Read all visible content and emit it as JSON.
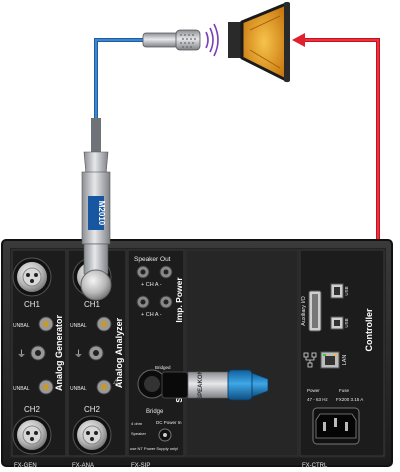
{
  "cable_label": "M2010",
  "modules": {
    "gen": {
      "title": "Analog Generator",
      "slot_label": "FX-GEN",
      "ch1": "CH1",
      "ch2": "CH2",
      "unbal_top": "UNBAL",
      "unbal_bottom": "UNBAL"
    },
    "ana": {
      "title": "Analog Analyzer",
      "slot_label": "FX-ANA",
      "ch1": "CH1",
      "ch2": "CH2",
      "unbal_top": "UNBAL",
      "unbal_bottom": "UNBAL"
    },
    "sip": {
      "title": "Imp. Power",
      "slot_label": "FX-SIP",
      "speaker_out": "Speaker Out",
      "ch_a_top": "+ CH A -",
      "ch_a_bottom": "+ CH A -",
      "bridged": "Bridged",
      "bridge": "Bridge",
      "dc_power_in": "DC Power In",
      "sip_note_a": "4 ohm",
      "sip_note_b": "Speaker",
      "sip_note_c": "use NT Power Supply only!",
      "side_letter": "S"
    },
    "ctrl": {
      "title": "Controller",
      "slot_label": "FX-CTRL",
      "aux": "Auxiliary I/O",
      "usb_top": "USB",
      "usb_bottom": "USB",
      "lan": "LAN",
      "power": "Power",
      "fuse": "Fuse",
      "mains": "47 - 63 Hz",
      "fuse_rating": "FX200  3.15 A"
    }
  },
  "connector_label": "SPEAKON",
  "colors": {
    "mic_cable": "#2d6fb9",
    "speaker_cable": "#e0202e",
    "chassis": "#2b2b2b",
    "panel": "#1e1e1e",
    "speakon": "#1f86c9",
    "speaker_cone": "#e89a1f",
    "sound_waves": "#7b3fb5"
  }
}
